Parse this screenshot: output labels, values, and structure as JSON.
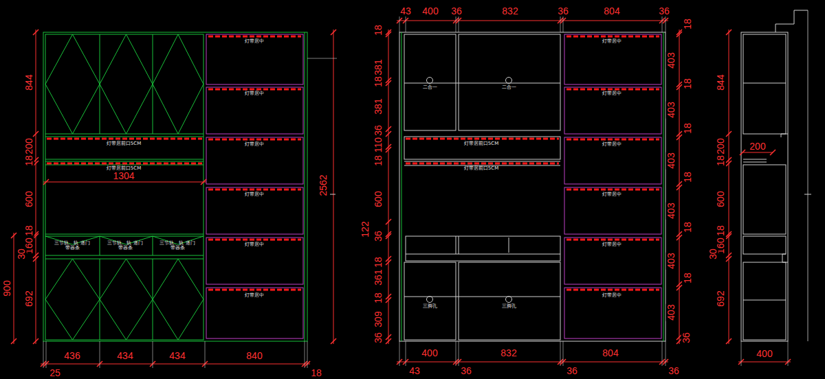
{
  "diagram": {
    "labels": [
      "844",
      "200",
      "18",
      "600",
      "18",
      "160",
      "30",
      "692",
      "900",
      "1304",
      "2562",
      "436",
      "434",
      "434",
      "840",
      "25",
      "18",
      "灯带居中",
      "灯带居中",
      "灯带居中",
      "灯带居中",
      "灯带居中",
      "灯带居中",
      "灯带居前口5CM",
      "灯带居前口5CM",
      "三节轨、轨 道门带器条",
      "三节轨、轨 道门带器条",
      "三节轨、轨 道门带器条",
      "43",
      "400",
      "36",
      "832",
      "36",
      "804",
      "36",
      "18",
      "381",
      "18",
      "381",
      "36",
      "110",
      "18",
      "600",
      "122",
      "36",
      "18",
      "361",
      "18",
      "309",
      "36",
      "18",
      "403",
      "18",
      "403",
      "18",
      "403",
      "18",
      "403",
      "18",
      "403",
      "18",
      "403",
      "36",
      "400",
      "832",
      "804",
      "43",
      "36",
      "36",
      "36",
      "二合一",
      "二合一",
      "灯带居中",
      "灯带居中",
      "灯带居中",
      "灯带居中",
      "灯带居中",
      "灯带居中",
      "灯带居前口5CM",
      "灯带居前口5CM",
      "三脚孔",
      "三脚孔",
      "844",
      "200",
      "18",
      "600",
      "18",
      "160",
      "30",
      "692",
      "200",
      "400"
    ]
  }
}
